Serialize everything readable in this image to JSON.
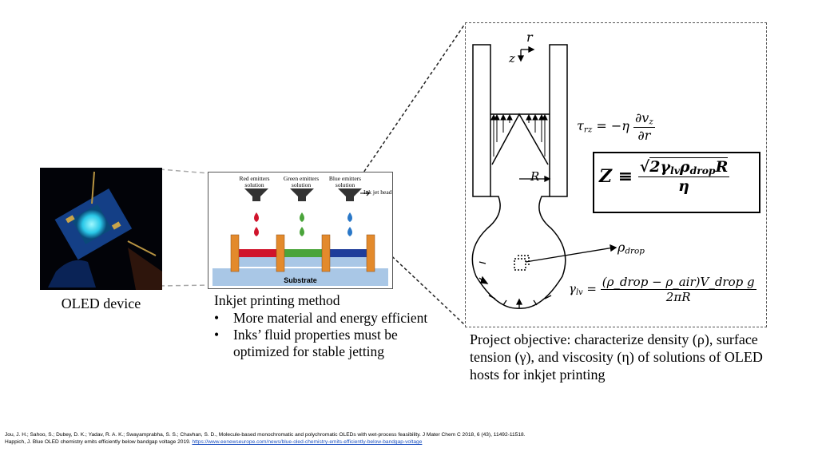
{
  "oled": {
    "caption": "OLED device"
  },
  "inkjet": {
    "labels": {
      "red": "Red emitters solution",
      "green": "Green emitters solution",
      "blue": "Blue emitters solution",
      "head": "Ink jet head",
      "substrate": "Substrate"
    },
    "title": "Inkjet printing method",
    "bullets": [
      "More material and energy efficient",
      "Inks’ fluid properties must be optimized for stable jetting"
    ]
  },
  "diagram": {
    "axis_r": "r",
    "axis_z": "z",
    "radius": "R",
    "shear_eq": {
      "lhs": "τ",
      "lhs_sub": "rz",
      "rhs": "= −η",
      "num": "∂v",
      "num_sub": "z",
      "den": "∂r"
    },
    "z_eq": {
      "lhs": "Z ≡",
      "num": "2γ",
      "num_sub1": "lv",
      "num_mid": "ρ",
      "num_sub2": "drop",
      "num_end": "R",
      "den": "η"
    },
    "rho_label": {
      "base": "ρ",
      "sub": "drop"
    },
    "gamma_eq": {
      "lhs": "γ",
      "lhs_sub": "lv",
      "num": "(ρ_drop − ρ_air)V_drop g",
      "den": "2πR"
    }
  },
  "objective": {
    "text": "Project objective: characterize density (ρ), surface tension (γ), and viscosity (η) of solutions of OLED hosts for inkjet printing"
  },
  "refs": {
    "ref1": "Jou, J. H.; Sahoo, S.; Dubey, D. K.; Yadav, R. A. K.; Swayamprabha, S. S.; Chavhan, S. D., Molecule-based monochromatic and polychromatic OLEDs with wet-process feasibility. J Mater Chem C 2018, 6 (43), 11492-11518.",
    "ref2_prefix": "Happich, J. Blue OLED chemistry emits efficiently below bandgap voltage 2019. ",
    "ref2_link": "https://www.eenewseurope.com/news/blue-oled-chemistry-emits-efficiently-below-bandgap-voltage"
  },
  "colors": {
    "red_ink": "#d0142c",
    "green_ink": "#4aa43a",
    "blue_ink": "#2a78c8",
    "pillar": "#e38a2c",
    "substrate": "#a9c7e6"
  }
}
